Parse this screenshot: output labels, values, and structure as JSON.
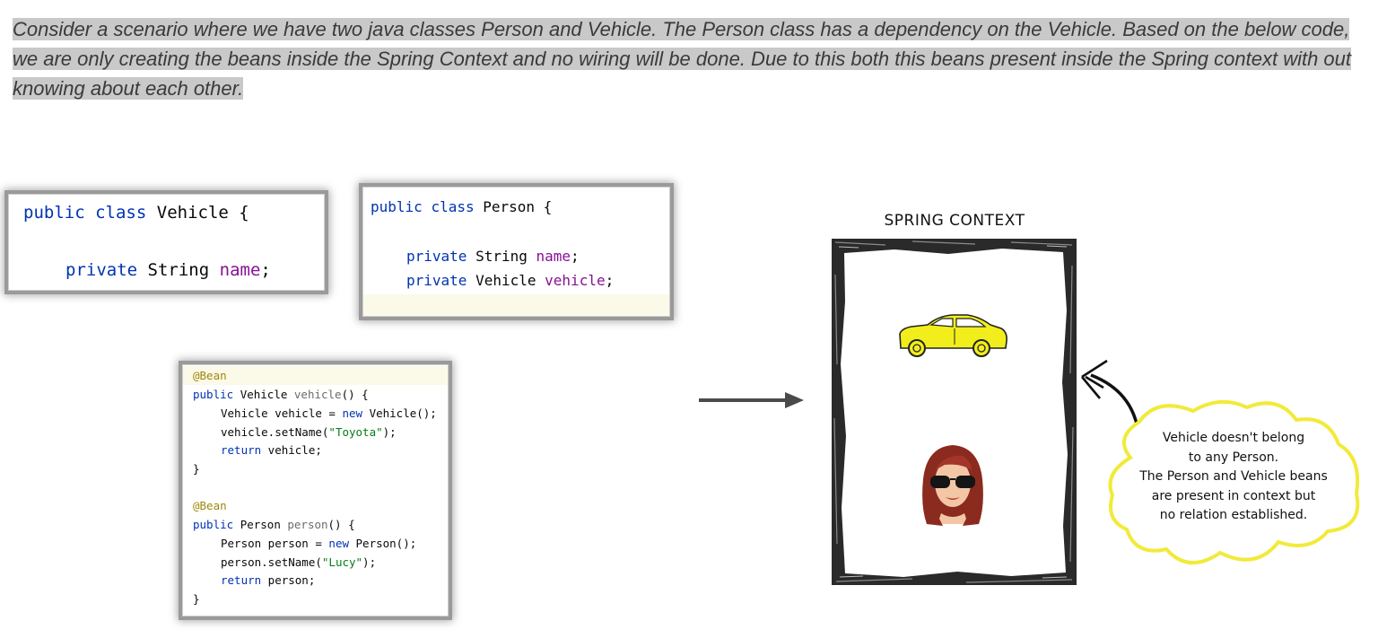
{
  "intro": {
    "line1": "Consider a scenario where we have two java classes Person and Vehicle. The Person class has a dependency on the Vehicle. Based on the below code,",
    "line2": "we are only creating the beans inside the Spring Context and no wiring will be done. Due to this both this beans present inside the Spring context with out",
    "line3": "knowing about each other."
  },
  "vehicle_class": {
    "l1_kw1": "public",
    "l1_kw2": "class",
    "l1_name": "Vehicle {",
    "l2_kw": "private",
    "l2_type": "String",
    "l2_field": "name",
    "l2_end": ";"
  },
  "person_class": {
    "l1_kw1": "public",
    "l1_kw2": "class",
    "l1_name": "Person {",
    "l2_kw": "private",
    "l2_type": "String",
    "l2_field": "name",
    "l2_end": ";",
    "l3_kw": "private",
    "l3_type": "Vehicle",
    "l3_field": "vehicle",
    "l3_end": ";"
  },
  "beans": {
    "ann": "@Bean",
    "v_decl_kw": "public",
    "v_decl_type": "Vehicle",
    "v_decl_name": "vehicle",
    "v_decl_end": "() {",
    "v_l1_a": "Vehicle vehicle = ",
    "v_l1_new": "new",
    "v_l1_b": " Vehicle();",
    "v_l2_a": "vehicle.setName(",
    "v_l2_str": "\"Toyota\"",
    "v_l2_b": ");",
    "v_l3_kw": "return",
    "v_l3_b": " vehicle;",
    "close": "}",
    "p_decl_kw": "public",
    "p_decl_type": "Person",
    "p_decl_name": "person",
    "p_decl_end": "() {",
    "p_l1_a": "Person person = ",
    "p_l1_new": "new",
    "p_l1_b": " Person();",
    "p_l2_a": "person.setName(",
    "p_l2_str": "\"Lucy\"",
    "p_l2_b": ");",
    "p_l3_kw": "return",
    "p_l3_b": " person;"
  },
  "context": {
    "title": "SPRING CONTEXT"
  },
  "bubble": {
    "lines": [
      "Vehicle doesn't belong",
      "to any Person.",
      "The Person and Vehicle beans",
      "are present in context but",
      "no relation established."
    ]
  },
  "icons": {
    "car": "car-icon",
    "person": "woman-with-sunglasses-icon",
    "arrow": "right-arrow-icon",
    "curved_arrow": "curved-arrow-icon"
  },
  "colors": {
    "keyword": "#0033b3",
    "field": "#871094",
    "string": "#067d17",
    "annotation": "#9e880d",
    "highlight": "#c9c9c9",
    "bubble_outline": "#f2ea3a",
    "car_body": "#f2ee1c"
  }
}
